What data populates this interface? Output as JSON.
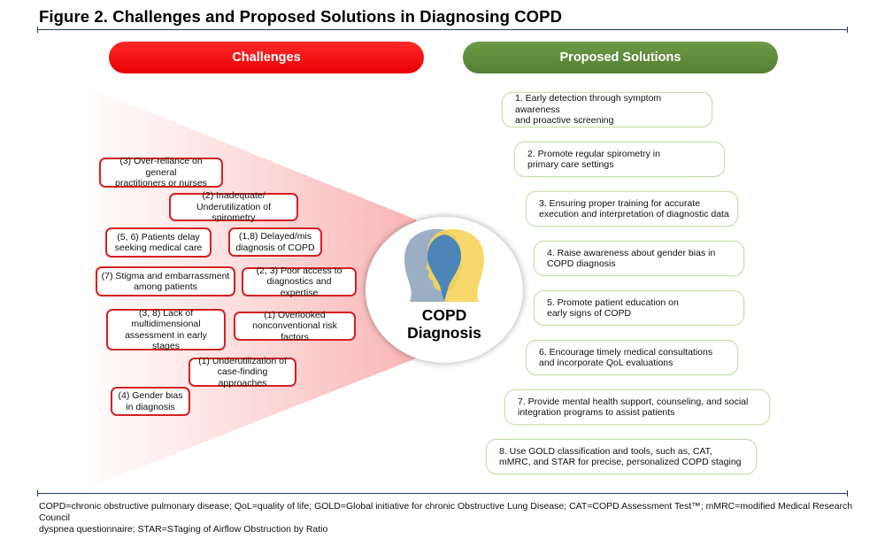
{
  "figure": {
    "title": "Figure 2. Challenges and Proposed Solutions in Diagnosing COPD",
    "challenges_header": "Challenges",
    "solutions_header": "Proposed Solutions"
  },
  "colors": {
    "challenge_red": "#e80000",
    "solution_green": "#5a8538",
    "rule_navy": "#1f3864",
    "solution_border": "#c9e0b0"
  },
  "challenges": [
    {
      "line1": "(3) Over-reliance on general",
      "line2": "practitioners or nurses"
    },
    {
      "line1": "(2) Inadequate/",
      "line2": "Underutilization of spirometry"
    },
    {
      "line1": "(5, 6) Patients delay",
      "line2": "seeking medical care"
    },
    {
      "line1": "(1,8) Delayed/mis",
      "line2": "diagnosis of COPD"
    },
    {
      "line1": "(7) Stigma and embarrassment",
      "line2": "among patients"
    },
    {
      "line1": "(2, 3) Poor access to",
      "line2": "diagnostics and expertise"
    },
    {
      "line1": "(3, 8) Lack of",
      "line2": "multidimensional",
      "line3": "assessment in early stages"
    },
    {
      "line1": "(1) Overlooked",
      "line2": "nonconventional risk factors"
    },
    {
      "line1": "(1) Underutilization of",
      "line2": "case-finding approaches"
    },
    {
      "line1": "(4) Gender bias",
      "line2": "in diagnosis"
    }
  ],
  "center": {
    "line1": "COPD",
    "line2": "Diagnosis",
    "icon": "heads-icon"
  },
  "solutions": [
    {
      "line1": "1. Early detection through symptom awareness",
      "line2": "and proactive screening"
    },
    {
      "line1": "2. Promote regular spirometry in",
      "line2": "primary care settings"
    },
    {
      "line1": "3. Ensuring proper training for accurate",
      "line2": "execution and interpretation of diagnostic data"
    },
    {
      "line1": "4. Raise awareness about gender bias in",
      "line2": "COPD diagnosis"
    },
    {
      "line1": "5. Promote patient education on",
      "line2": "early signs of COPD"
    },
    {
      "line1": "6. Encourage timely medical consultations",
      "line2": "and incorporate QoL evaluations"
    },
    {
      "line1": "7. Provide mental health support, counseling, and social",
      "line2": "integration programs to assist patients"
    },
    {
      "line1": "8. Use GOLD classification and tools, such as, CAT,",
      "line2": "mMRC, and STAR for precise, personalized COPD staging"
    }
  ],
  "footnote": {
    "line1": "COPD=chronic obstructive pulmonary disease; QoL=quality of life; GOLD=Global initiative for chronic Obstructive Lung Disease; CAT=COPD Assessment Test™; mMRC=modified Medical Research Council",
    "line2": "dyspnea questionnaire; STAR=STaging of Airflow Obstruction by Ratio"
  }
}
